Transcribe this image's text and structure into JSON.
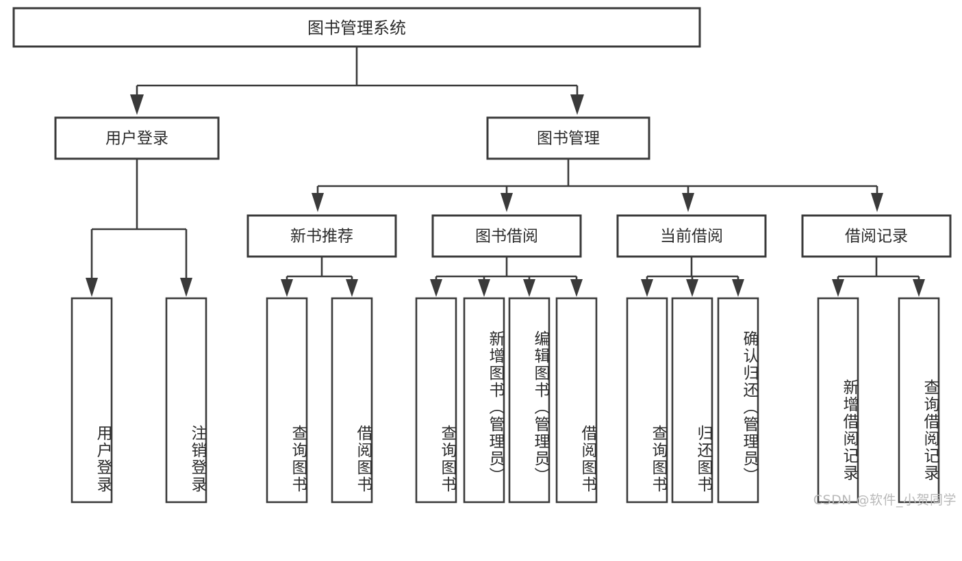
{
  "diagram": {
    "title": "图书管理系统",
    "type": "tree-hierarchy",
    "watermark": "CSDN @软件_小贺同学",
    "colors": {
      "stroke": "#3a3a3a",
      "box_fill": "#ffffff",
      "text": "#2b2b2b",
      "watermark": "#b9b9b9",
      "background": "#ffffff"
    },
    "root": {
      "label": "图书管理系统"
    },
    "level2": [
      {
        "label": "用户登录"
      },
      {
        "label": "图书管理"
      }
    ],
    "level3": [
      {
        "label": "新书推荐"
      },
      {
        "label": "图书借阅"
      },
      {
        "label": "当前借阅"
      },
      {
        "label": "借阅记录"
      }
    ],
    "leaves": {
      "user_login": [
        {
          "label": "用户登录"
        },
        {
          "label": "注销登录"
        }
      ],
      "new_book_recommend": [
        {
          "label": "查询图书"
        },
        {
          "label": "借阅图书"
        }
      ],
      "book_borrow": [
        {
          "label": "查询图书"
        },
        {
          "label": "新增图书（管理员）"
        },
        {
          "label": "编辑图书（管理员）"
        },
        {
          "label": "借阅图书"
        }
      ],
      "current_borrow": [
        {
          "label": "查询图书"
        },
        {
          "label": "归还图书"
        },
        {
          "label": "确认归还（管理员）"
        }
      ],
      "borrow_record": [
        {
          "label": "新增借阅记录"
        },
        {
          "label": "查询借阅记录"
        }
      ]
    }
  }
}
